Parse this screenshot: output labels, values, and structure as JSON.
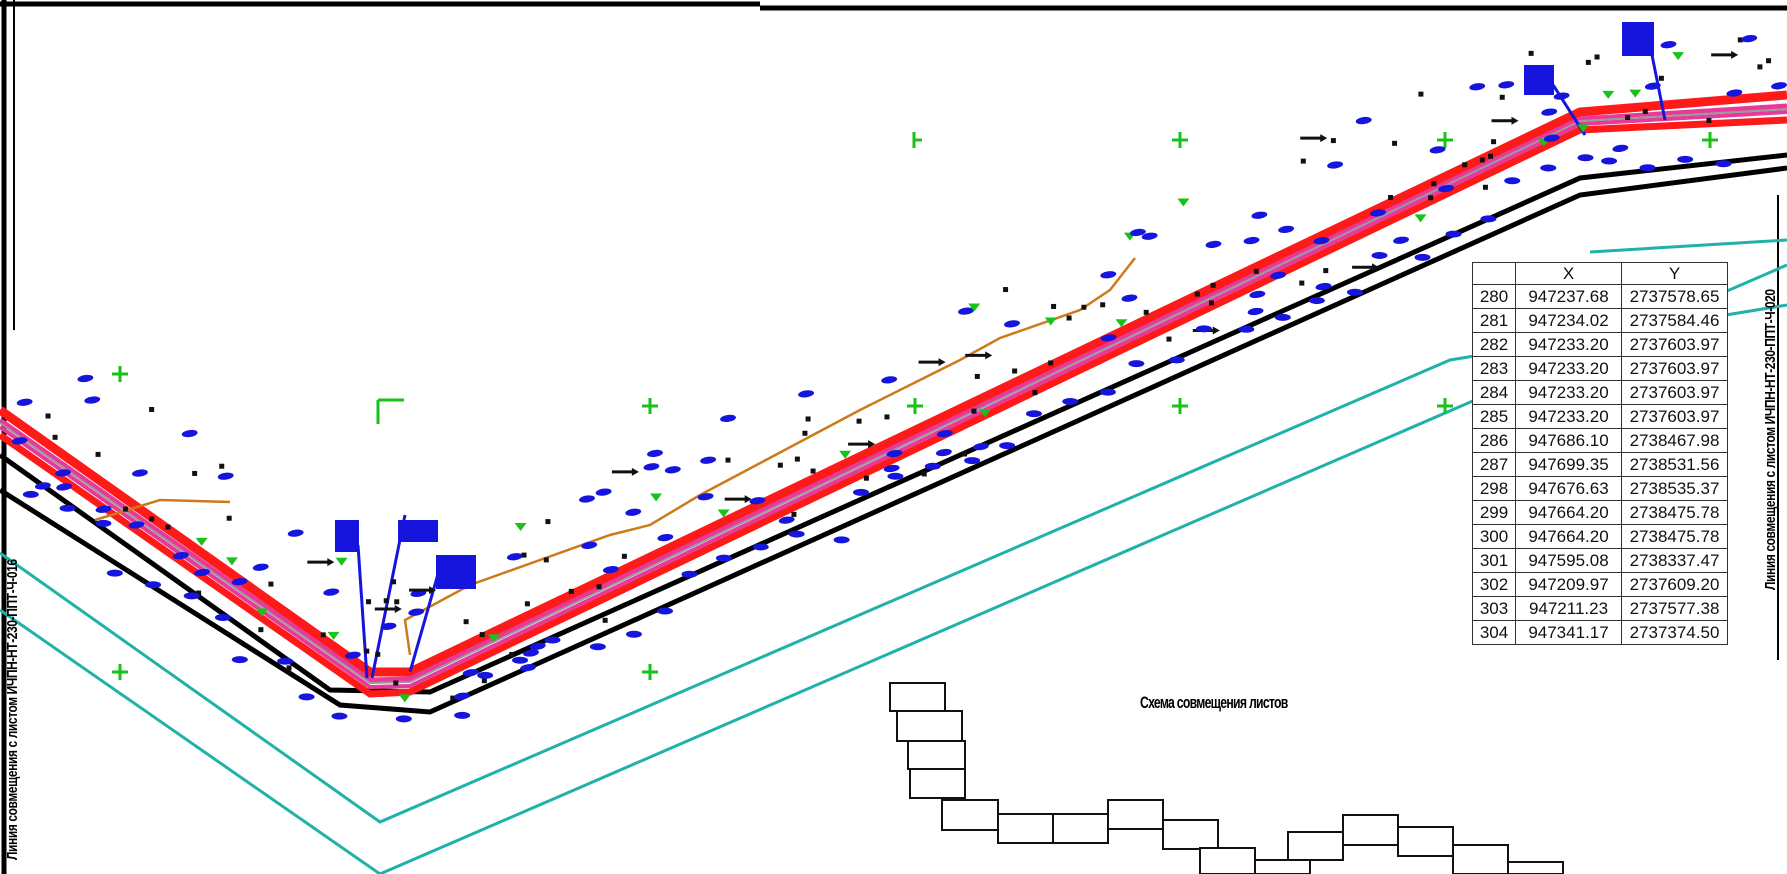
{
  "colors": {
    "pipe_outer": "#ff1a1a",
    "pipe_inner": "#e8389a",
    "pipe_axis": "#9a9a9a",
    "road": "#000000",
    "boundary": "#20b2aa",
    "marker_blue": "#1515dd",
    "marker_green": "#19c219",
    "ditch": "#cc7a1a"
  },
  "coordinate_table": {
    "headers": {
      "num": "",
      "x": "X",
      "y": "Y"
    },
    "rows": [
      {
        "n": "280",
        "x": "947237.68",
        "y": "2737578.65"
      },
      {
        "n": "281",
        "x": "947234.02",
        "y": "2737584.46"
      },
      {
        "n": "282",
        "x": "947233.20",
        "y": "2737603.97"
      },
      {
        "n": "283",
        "x": "947233.20",
        "y": "2737603.97"
      },
      {
        "n": "284",
        "x": "947233.20",
        "y": "2737603.97"
      },
      {
        "n": "285",
        "x": "947233.20",
        "y": "2737603.97"
      },
      {
        "n": "286",
        "x": "947686.10",
        "y": "2738467.98"
      },
      {
        "n": "287",
        "x": "947699.35",
        "y": "2738531.56"
      },
      {
        "n": "298",
        "x": "947676.63",
        "y": "2738535.37"
      },
      {
        "n": "299",
        "x": "947664.20",
        "y": "2738475.78"
      },
      {
        "n": "300",
        "x": "947664.20",
        "y": "2738475.78"
      },
      {
        "n": "301",
        "x": "947595.08",
        "y": "2738337.47"
      },
      {
        "n": "302",
        "x": "947209.97",
        "y": "2737609.20"
      },
      {
        "n": "303",
        "x": "947211.23",
        "y": "2737577.38"
      },
      {
        "n": "304",
        "x": "947341.17",
        "y": "2737374.50"
      }
    ]
  },
  "scheme_title": "Схема совмещения листов",
  "left_margin_label": "Линия совмещения с листом ИЧПН-НТ-230-ППТ-Ч-016",
  "right_margin_label": "Линия совмещения с листом ИЧПН-НТ-230-ППТ-Ч-020"
}
